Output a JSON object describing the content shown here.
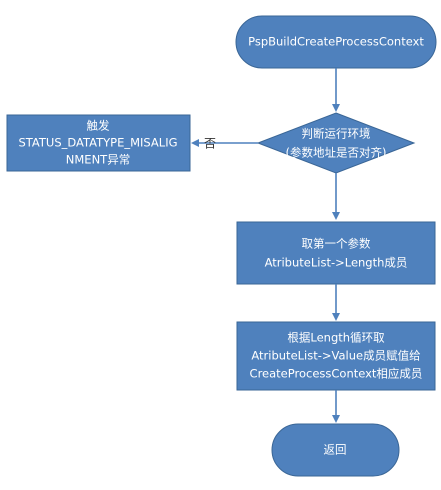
{
  "nodes": {
    "start": {
      "label": "PspBuildCreateProcessContext"
    },
    "decision": {
      "line1": "判断运行环境",
      "line2": "(参数地址是否对齐)"
    },
    "exception": {
      "line1": "触发",
      "line2": "STATUS_DATATYPE_MISALIG",
      "line3": "NMENT异常"
    },
    "get_param": {
      "line1": "取第一个参数",
      "line2": "AtributeList->Length成员"
    },
    "loop": {
      "line1": "根据Length循环取",
      "line2": "AtributeList->Value成员赋值给",
      "line3": "CreateProcessContext相应成员"
    },
    "end": {
      "label": "返回"
    }
  },
  "edges": {
    "no_label": "否"
  },
  "colors": {
    "node_fill": "#4F81BD",
    "node_border": "#3A6696",
    "arrow": "#4F81BD",
    "text": "#FFFFFF"
  }
}
